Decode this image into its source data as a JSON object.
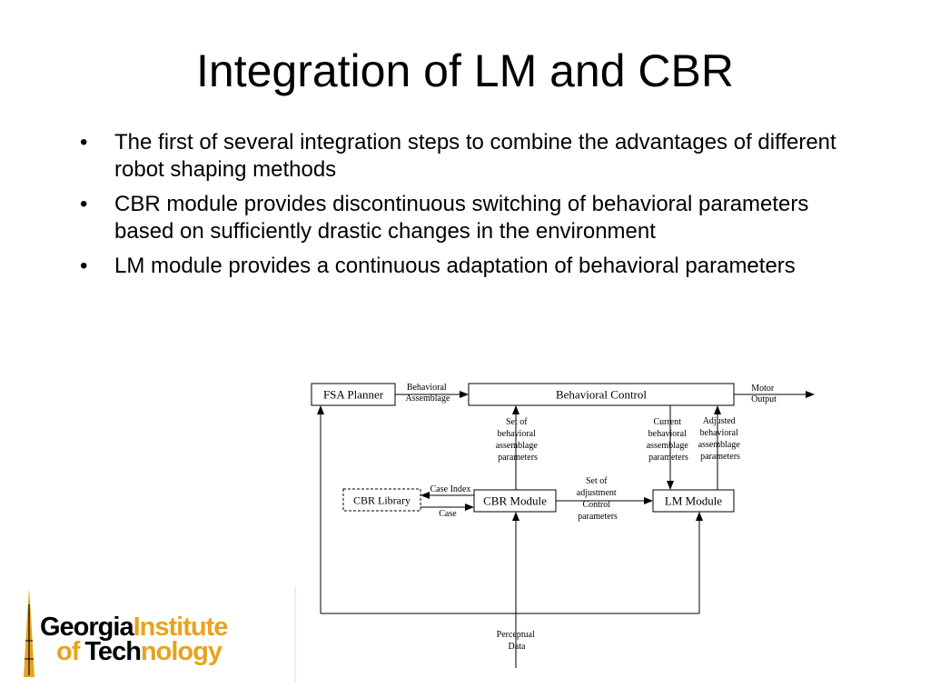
{
  "slide": {
    "title": "Integration of LM and CBR",
    "bullets": [
      "The first of several integration steps to combine the advantages of different robot shaping methods",
      "CBR module provides discontinuous switching of behavioral parameters based on sufficiently drastic changes in the environment",
      "LM module provides a continuous adaptation of behavioral parameters"
    ]
  },
  "diagram": {
    "boxes": {
      "fsa_planner": "FSA Planner",
      "behavioral_control": "Behavioral Control",
      "cbr_library": "CBR Library",
      "cbr_module": "CBR Module",
      "lm_module": "LM Module"
    },
    "labels": {
      "behavioral_assemblage": [
        "Behavioral",
        "Assemblage"
      ],
      "motor_output": [
        "Motor",
        "Output"
      ],
      "set_of_behavioral": [
        "Set of",
        "behavioral",
        "assemblage",
        "parameters"
      ],
      "current_behavioral": [
        "Current",
        "behavioral",
        "assemblage",
        "parameters"
      ],
      "adjusted_behavioral": [
        "Adjusted",
        "behavioral",
        "assemblage",
        "parameters"
      ],
      "case_index": "Case Index",
      "case": "Case",
      "set_of_adjustment": [
        "Set of",
        "adjustment",
        "Control",
        "parameters"
      ],
      "perceptual_data": [
        "Perceptual",
        "Data"
      ]
    }
  },
  "logo": {
    "line1_a": "Georgia",
    "line1_b": "Institute",
    "line2_a": "of",
    "line2_b": "Tech",
    "line2_c": "nology",
    "colors": {
      "gold": "#E8A31C",
      "black": "#000000"
    }
  }
}
